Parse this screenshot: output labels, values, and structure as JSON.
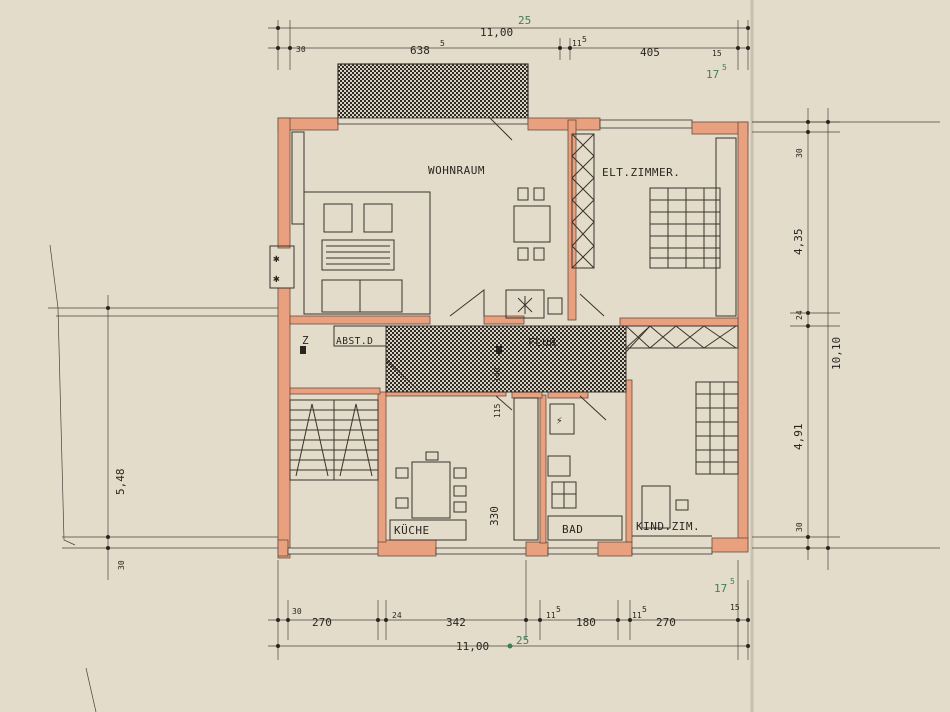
{
  "rooms": {
    "wohnraum": "WOHNRAUM",
    "elt_zimmer": "ELT.ZIMMER.",
    "abst": "ABST.D",
    "flur": "FLUR",
    "kueche": "KÜCHE",
    "bad": "BAD",
    "kind_zim": "KIND.ZIM."
  },
  "dimensions": {
    "top_total_a": "11,00",
    "top_total_b": "25",
    "top_30": "30",
    "top_638": "638",
    "top_638_sup": "5",
    "top_11": "11",
    "top_11_sup": "5",
    "top_405": "405",
    "top_15": "15",
    "top_175": "17",
    "top_175_sup": "5",
    "right_30_top": "30",
    "right_435": "4,35",
    "right_24": "24",
    "right_1010": "10,10",
    "right_491": "4,91",
    "right_30_bottom": "30",
    "left_548": "5,48",
    "left_30": "30",
    "bottom_30": "30",
    "bottom_270a": "270",
    "bottom_24": "24",
    "bottom_342": "342",
    "bottom_11a": "11",
    "bottom_11a_sup": "5",
    "bottom_180": "180",
    "bottom_11b": "11",
    "bottom_11b_sup": "5",
    "bottom_270b": "270",
    "bottom_15": "15",
    "bottom_175": "17",
    "bottom_175_sup": "5",
    "bottom_total_a": "11,00",
    "bottom_total_b": "25",
    "kueche_330": "330",
    "stair_z": "Z",
    "flur_115": "115",
    "flur_140": "140"
  },
  "colors": {
    "paper": "#e3dccb",
    "wall": "#e9a07e",
    "hatch": "#3a332c",
    "green_ink": "#3f7d5e"
  }
}
